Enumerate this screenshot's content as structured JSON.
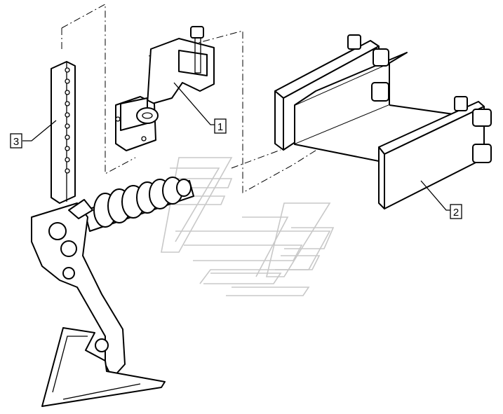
{
  "callouts": [
    {
      "id": "callout-1",
      "label": "1"
    },
    {
      "id": "callout-2",
      "label": "2"
    },
    {
      "id": "callout-3",
      "label": "3"
    }
  ],
  "colors": {
    "line": "#000000",
    "watermark": "#c8c8c8",
    "background": "#ffffff"
  }
}
